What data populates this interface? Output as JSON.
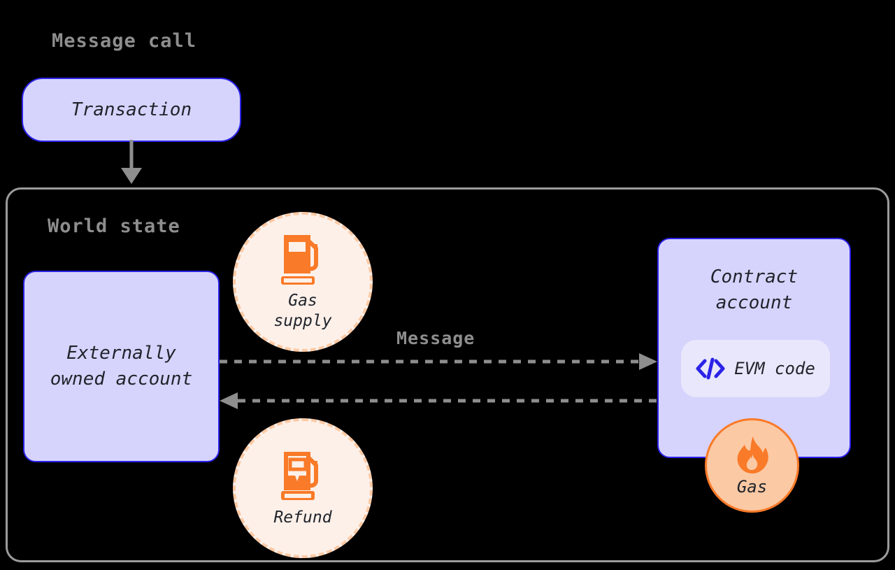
{
  "diagram": {
    "title": "Ethereum message call diagram",
    "background_color": "#000000"
  },
  "section_titles": {
    "message_call": "Message call",
    "world_state": "World state"
  },
  "nodes": {
    "transaction": {
      "label": "Transaction"
    },
    "externally_owned_account": {
      "label": "Externally\nowned account"
    },
    "contract_account": {
      "label": "Contract\naccount"
    },
    "evm_code": {
      "label": "EVM code",
      "icon": "code-brackets-icon"
    }
  },
  "badges": {
    "gas_supply": {
      "label": "Gas\nsupply",
      "icon": "gas-pump-full-icon"
    },
    "refund": {
      "label": "Refund",
      "icon": "gas-pump-low-icon"
    },
    "gas": {
      "label": "Gas",
      "icon": "flame-icon"
    }
  },
  "edges": {
    "transaction_to_world_state": {
      "label": "",
      "style": "solid",
      "direction": "down"
    },
    "message_out": {
      "label": "Message",
      "style": "dashed",
      "direction": "right"
    },
    "message_back": {
      "label": "",
      "style": "dashed",
      "direction": "left"
    }
  },
  "colors": {
    "node_fill": "#d6d4fd",
    "node_border": "#2b22e8",
    "chip_fill": "#e8e7fb",
    "badge_fill": "#fdf0e9",
    "badge_border": "#fbc9a4",
    "accent_orange": "#f97a28",
    "gas_badge_fill": "#fbc9a4",
    "arrow_gray": "#8e8e8e",
    "container_border": "#9b9b9b",
    "text_dark": "#20242b"
  }
}
